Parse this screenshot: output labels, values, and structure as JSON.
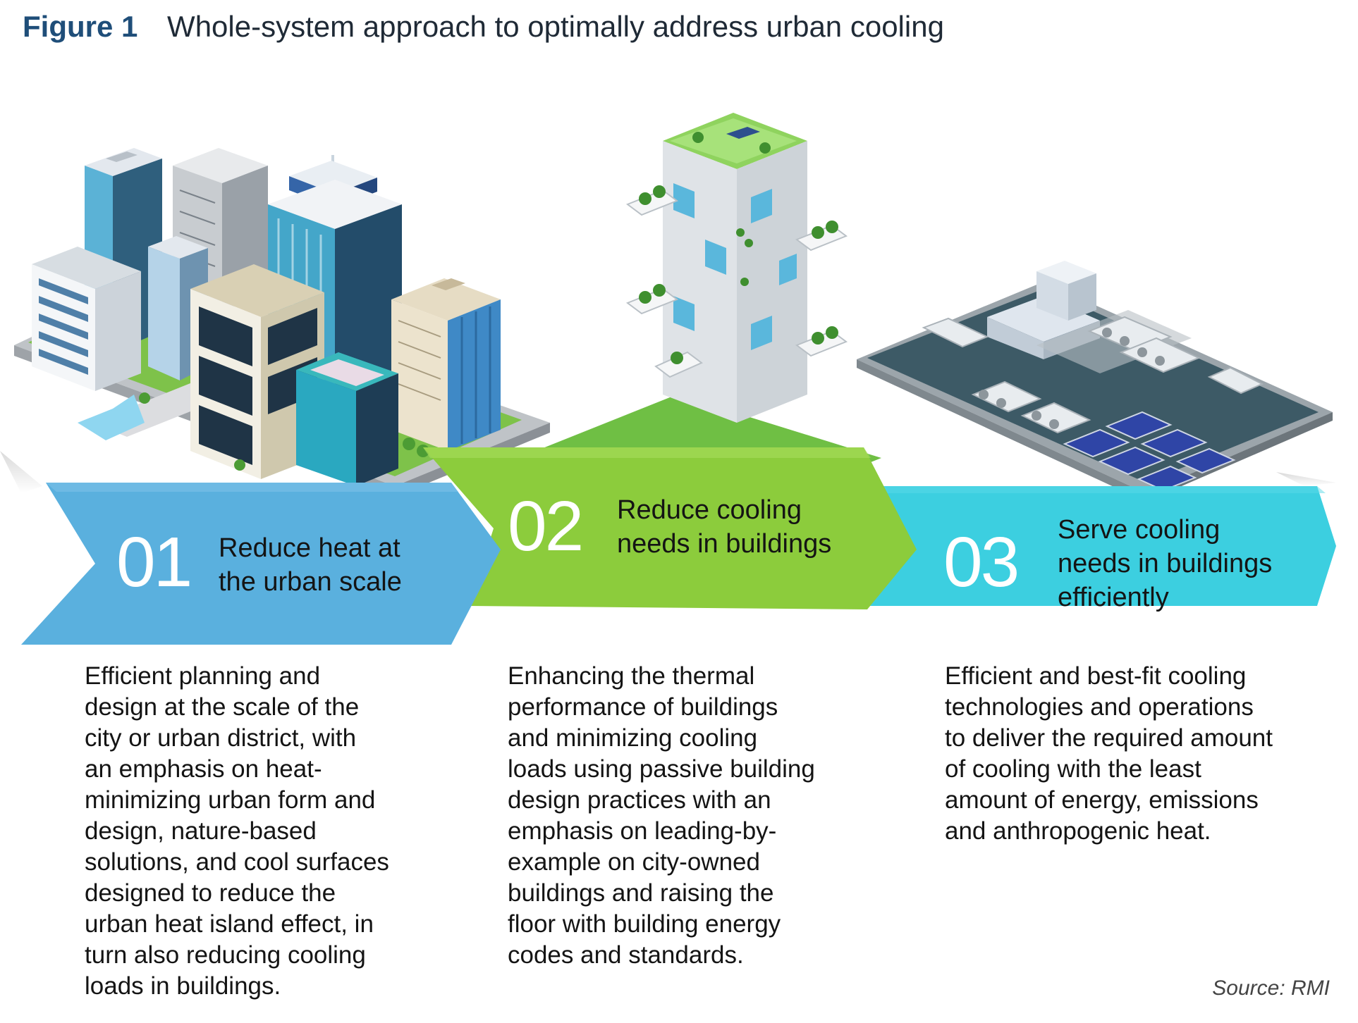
{
  "figure": {
    "label": "Figure 1",
    "title": "Whole-system approach to optimally address urban cooling"
  },
  "steps": [
    {
      "number": "01",
      "heading_lines": [
        "Reduce heat at",
        "the urban scale"
      ],
      "description_lines": [
        "Efficient planning and",
        "design at the scale of the",
        "city or urban district, with",
        "an emphasis on heat-",
        "minimizing urban form and",
        "design, nature-based",
        "solutions, and cool surfaces",
        "designed to reduce the",
        "urban heat island effect, in",
        "turn also reducing cooling",
        "loads in buildings."
      ],
      "color": "#5ab0de"
    },
    {
      "number": "02",
      "heading_lines": [
        "Reduce cooling",
        "needs in buildings"
      ],
      "description_lines": [
        "Enhancing the thermal",
        "performance of buildings",
        "and minimizing cooling",
        "loads using passive building",
        "design practices with an",
        "emphasis on leading-by-",
        "example on city-owned",
        "buildings and raising the",
        "floor with building energy",
        "codes and standards."
      ],
      "color": "#8ccc3c"
    },
    {
      "number": "03",
      "heading_lines": [
        "Serve cooling",
        "needs in buildings",
        "efficiently"
      ],
      "description_lines": [
        "Efficient and best-fit cooling",
        "technologies and operations",
        "to deliver the required amount",
        "of cooling with the least",
        "amount of energy, emissions",
        "and anthropogenic heat."
      ],
      "color": "#3ccfe0"
    }
  ],
  "source": "Source: RMI"
}
